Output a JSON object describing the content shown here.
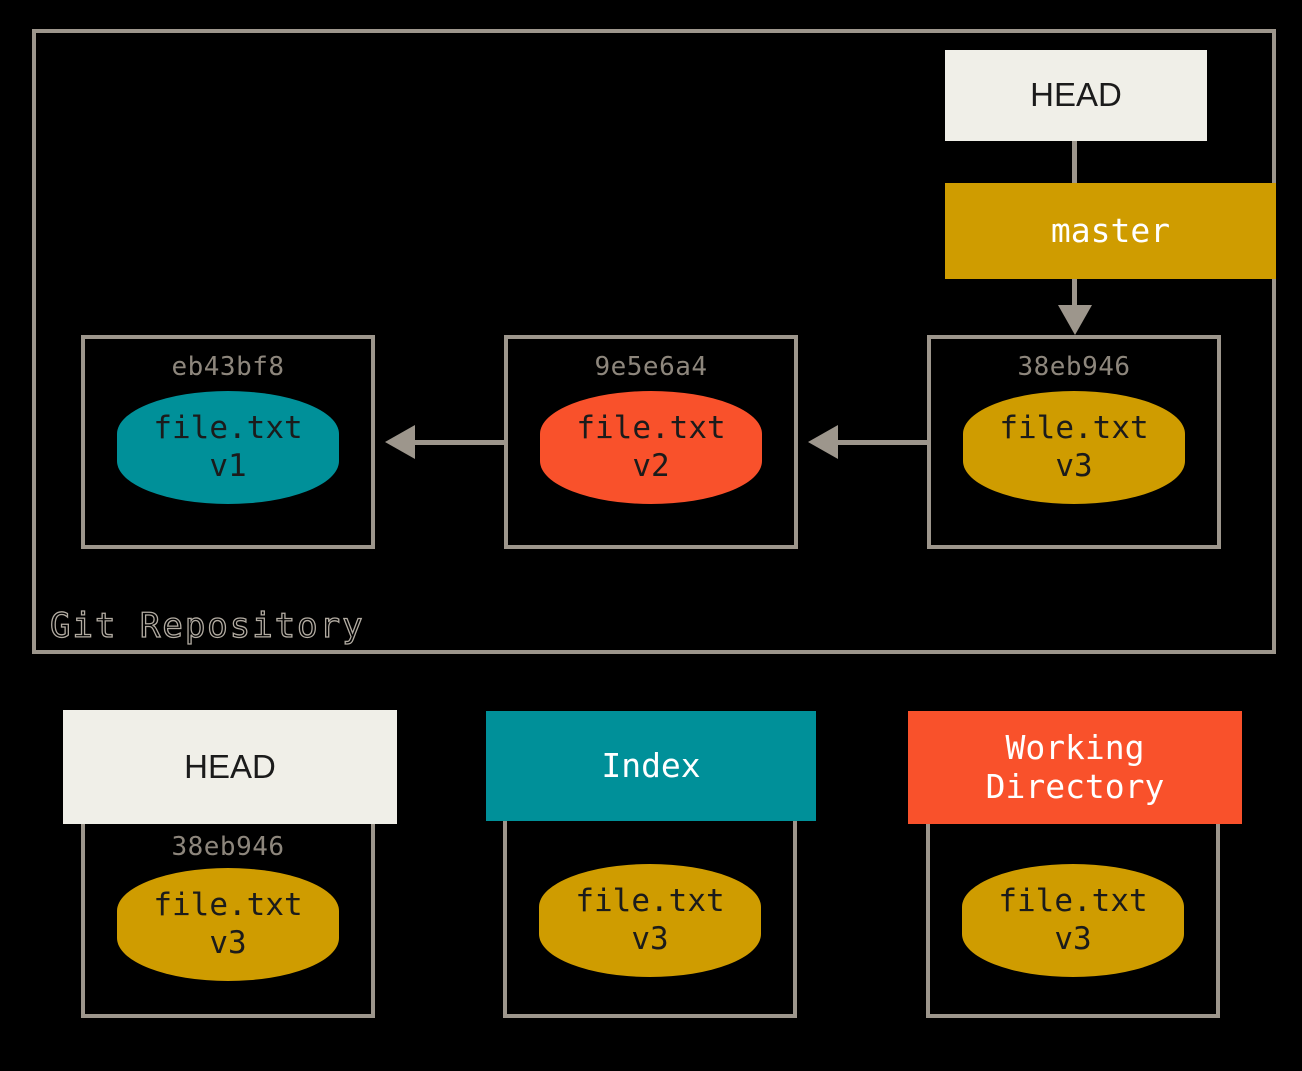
{
  "colors": {
    "background": "#000000",
    "border": "#9d968c",
    "connector": "#9d968c",
    "head_box": "#f0efe8",
    "head_text": "#1b1b1b",
    "master_box": "#cf9c00",
    "master_text": "#ffffff",
    "index_box": "#009099",
    "index_text": "#ffffff",
    "workdir_box": "#f9512b",
    "workdir_text": "#ffffff",
    "blob_v1": "#009099",
    "blob_v2": "#f9512b",
    "blob_v3": "#cf9c00",
    "hash_text": "#8d867c",
    "repo_label_text": "#b3aca2"
  },
  "repository": {
    "label": "Git Repository",
    "head_pointer": {
      "label": "HEAD"
    },
    "branch_pointer": {
      "label": "master"
    },
    "commits": [
      {
        "hash": "eb43bf8",
        "file_name": "file.txt",
        "version": "v1",
        "color_key": "blob_v1"
      },
      {
        "hash": "9e5e6a4",
        "file_name": "file.txt",
        "version": "v2",
        "color_key": "blob_v2"
      },
      {
        "hash": "38eb946",
        "file_name": "file.txt",
        "version": "v3",
        "color_key": "blob_v3"
      }
    ]
  },
  "areas": [
    {
      "title": "HEAD",
      "title_line1": "HEAD",
      "title_line2": "",
      "hash": "38eb946",
      "file_name": "file.txt",
      "version": "v3"
    },
    {
      "title": "Index",
      "title_line1": "Index",
      "title_line2": "",
      "hash": "",
      "file_name": "file.txt",
      "version": "v3"
    },
    {
      "title": "Working Directory",
      "title_line1": "Working",
      "title_line2": "Directory",
      "hash": "",
      "file_name": "file.txt",
      "version": "v3"
    }
  ]
}
